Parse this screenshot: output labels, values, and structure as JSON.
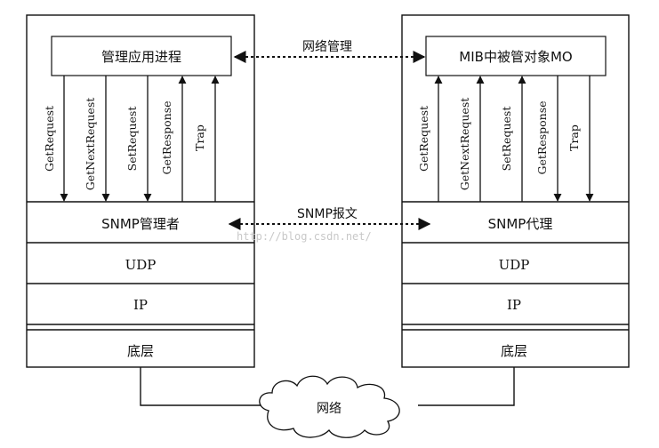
{
  "manager": {
    "process_label": "管理应用进程",
    "snmp_label": "SNMP管理者",
    "udp_label": "UDP",
    "ip_label": "IP",
    "bottom_label": "底层",
    "arrows": [
      "GetRequest",
      "GetNextRequest",
      "SetRequest",
      "GetResponse",
      "Trap"
    ]
  },
  "agent": {
    "mo_label": "MIB中被管对象MO",
    "snmp_label": "SNMP代理",
    "udp_label": "UDP",
    "ip_label": "IP",
    "bottom_label": "底层",
    "arrows": [
      "GetRequest",
      "GetNextRequest",
      "SetRequest",
      "GetResponse",
      "Trap"
    ]
  },
  "links": {
    "network_management": "网络管理",
    "snmp_message": "SNMP报文",
    "network_cloud": "网络"
  },
  "watermark": "http://blog.csdn.net/"
}
